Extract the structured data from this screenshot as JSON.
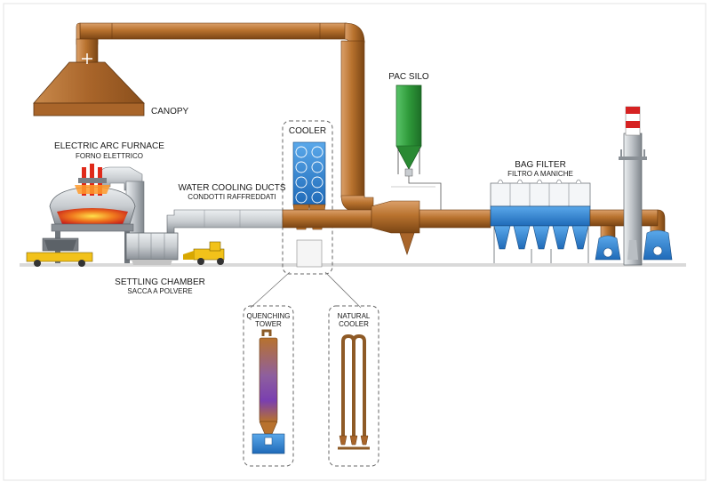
{
  "labels": {
    "canopy": "CANOPY",
    "eaf_en": "ELECTRIC ARC FURNACE",
    "eaf_it": "FORNO ELETTRICO",
    "ducts_en": "WATER COOLING DUCTS",
    "ducts_it": "CONDOTTI RAFFREDDATI",
    "settling_en": "SETTLING CHAMBER",
    "settling_it": "SACCA A POLVERE",
    "cooler": "COOLER",
    "pac_silo": "PAC SILO",
    "bag_filter_en": "BAG FILTER",
    "bag_filter_it": "FILTRO A MANICHE",
    "quenching_1": "QUENCHING",
    "quenching_2": "TOWER",
    "natural_1": "NATURAL",
    "natural_2": "COOLER"
  },
  "colors": {
    "duct": "#b8722e",
    "duct_dark": "#7a4514",
    "duct_light": "#dba06a",
    "steel": "#c9cdd1",
    "steel_dark": "#8a9096",
    "filter_blue": "#2f86d6",
    "silo_green": "#2f9a3a",
    "furnace_hot": "#e8401c",
    "loader_yellow": "#f2c21a",
    "chimney_red": "#d62222",
    "ground": "#9a9a9a"
  }
}
